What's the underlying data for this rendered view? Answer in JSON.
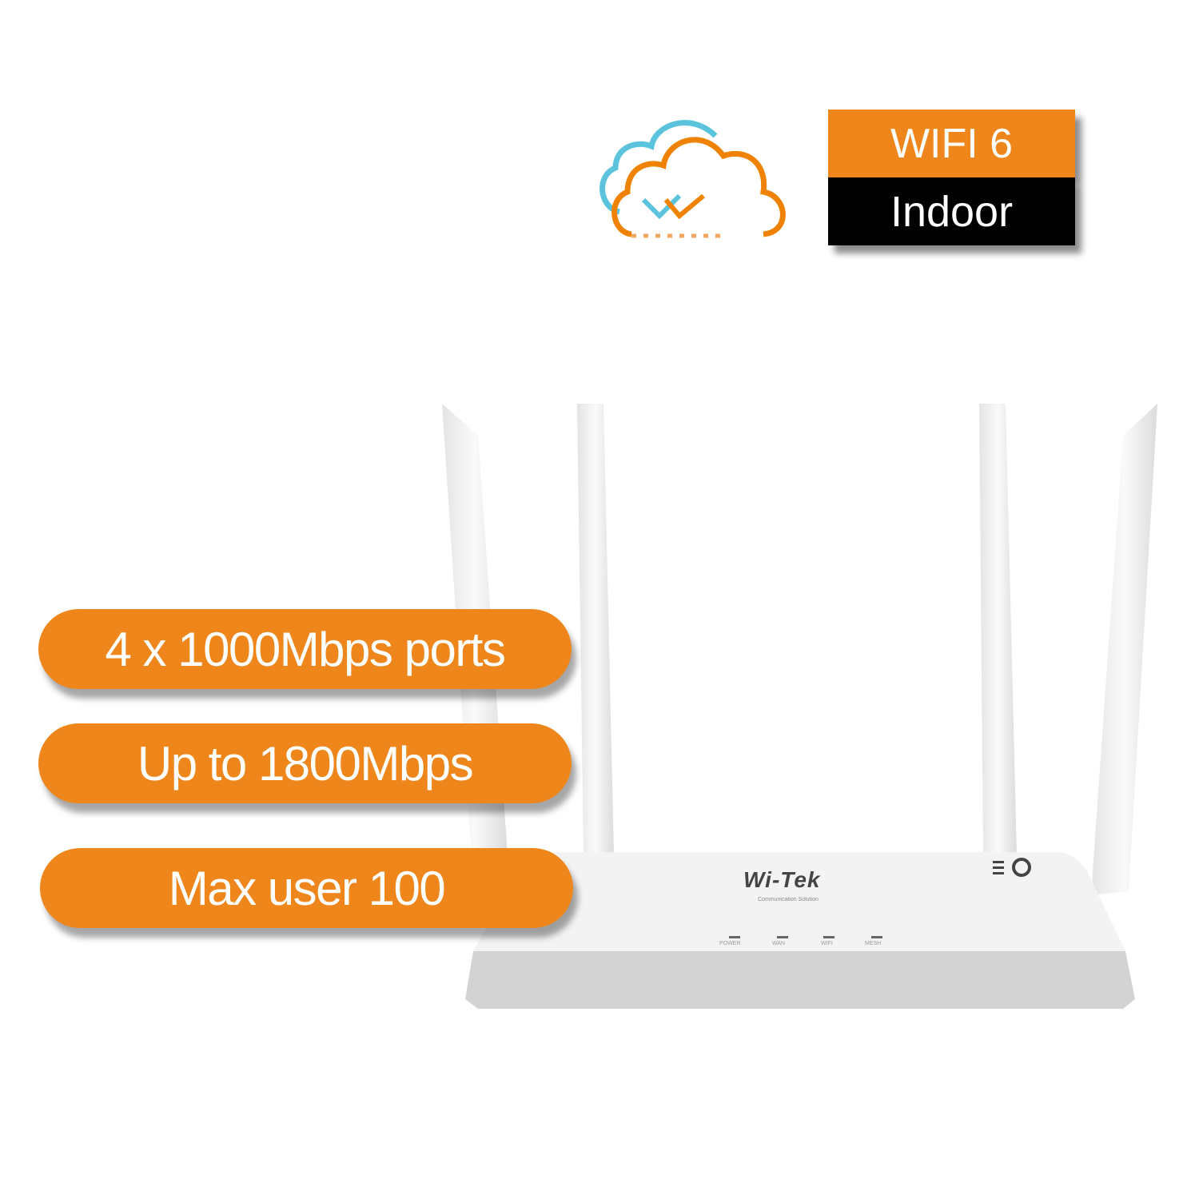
{
  "badge": {
    "standard": "WIFI 6",
    "environment": "Indoor"
  },
  "features": [
    {
      "label": "4 x 1000Mbps ports"
    },
    {
      "label": "Up to 1800Mbps"
    },
    {
      "label": "Max user 100"
    }
  ],
  "router": {
    "brand": "Wi-Tek",
    "tagline": "Communication Solution",
    "leds": [
      "POWER",
      "WAN",
      "WIFI",
      "MESH"
    ]
  },
  "colors": {
    "accent": "#ee861c",
    "cloud_blue": "#5bc3dc",
    "dark": "#000000"
  }
}
